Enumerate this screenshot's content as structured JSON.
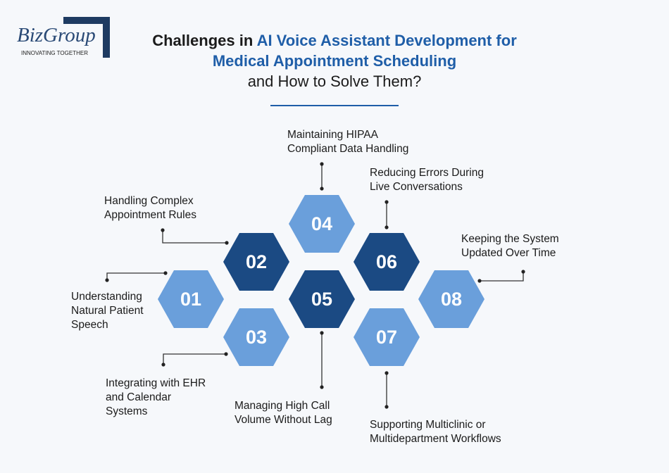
{
  "logo": {
    "brand": "BizGroup",
    "tagline": "INNOVATING TOGETHER"
  },
  "title": {
    "line1_plain": "Challenges in ",
    "line1_highlight": "AI Voice Assistant Development for",
    "line2_highlight": "Medical Appointment Scheduling",
    "line3_plain": "and How to Solve Them?"
  },
  "colors": {
    "light_hex": "#6a9fdb",
    "dark_hex": "#1b4a83",
    "accent": "#1f5ea8"
  },
  "steps": [
    {
      "num": "01",
      "label": "Understanding Natural Patient Speech"
    },
    {
      "num": "02",
      "label": "Handling Complex Appointment Rules"
    },
    {
      "num": "03",
      "label": "Integrating with EHR and Calendar Systems"
    },
    {
      "num": "04",
      "label": "Maintaining HIPAA Compliant Data Handling"
    },
    {
      "num": "05",
      "label": "Managing High Call Volume Without Lag"
    },
    {
      "num": "06",
      "label": "Reducing Errors During Live Conversations"
    },
    {
      "num": "07",
      "label": "Supporting Multiclinic or Multidepartment Workflows"
    },
    {
      "num": "08",
      "label": "Keeping the System Updated Over Time"
    }
  ]
}
